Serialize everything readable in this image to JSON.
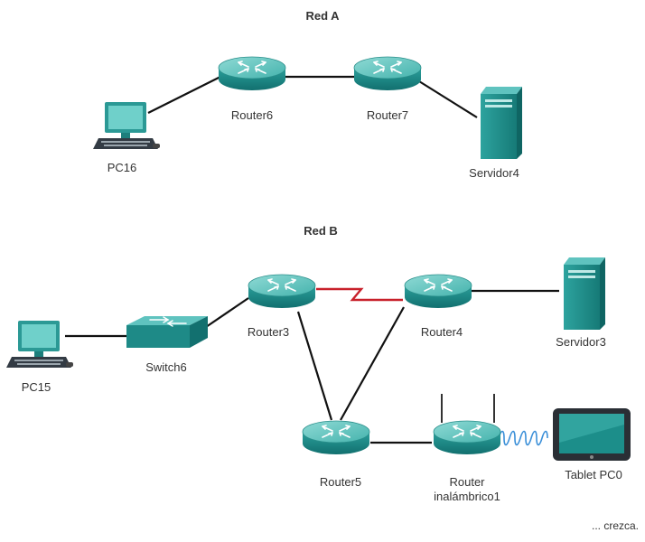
{
  "network_a": {
    "title": "Red A",
    "devices": {
      "pc16": "PC16",
      "router6": "Router6",
      "router7": "Router7",
      "servidor4": "Servidor4"
    }
  },
  "network_b": {
    "title": "Red B",
    "devices": {
      "pc15": "PC15",
      "switch6": "Switch6",
      "router3": "Router3",
      "router4": "Router4",
      "servidor3": "Servidor3",
      "router5": "Router5",
      "wireless_router_line1": "Router",
      "wireless_router_line2": "inalámbrico1",
      "tablet": "Tablet PC0"
    }
  },
  "footer": {
    "note": "... crezca."
  },
  "colors": {
    "device_teal": "#1f8e8c",
    "device_top": "#5fc3bf",
    "link": "#111111",
    "serial_link": "#c8202a",
    "wireless_link": "#3a8fd8"
  }
}
